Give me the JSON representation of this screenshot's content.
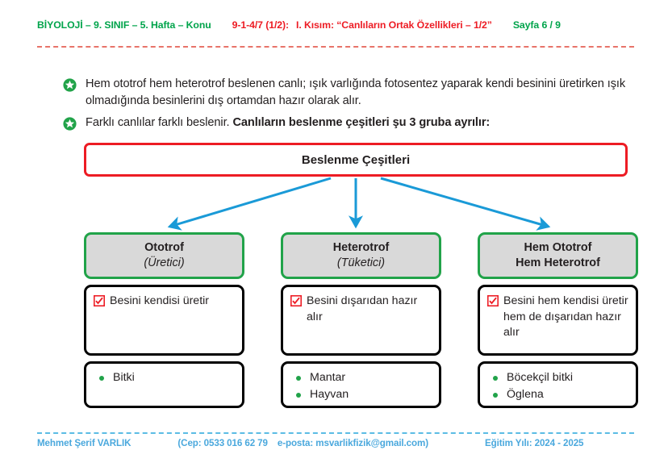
{
  "header": {
    "subject": "BİYOLOJİ – 9. SINIF – 5. Hafta – Konu",
    "code": "9-1-4/7 (1/2):",
    "topic": "I. Kısım: “Canlıların Ortak Özellikleri – 1/2”",
    "page": "Sayfa 6 / 9",
    "green": "#00a44b",
    "red": "#ed1c24",
    "rule_color": "#e8736a"
  },
  "bullets": [
    {
      "icon": "green-star-bullet-icon",
      "text_plain": "Hem ototrof hem heterotrof beslenen canlı; ışık varlığında fotosentez yaparak kendi besinini üretirken ışık olmadığında besinlerini dış ortamdan hazır olarak alır.",
      "normal": "Hem ototrof hem heterotrof beslenen canlı; ışık varlığında fotosentez yaparak kendi besinini üretirken ışık olmadığında besinlerini dış ortamdan hazır olarak alır.",
      "bold": ""
    },
    {
      "icon": "green-star-bullet-icon",
      "text_plain": "Farklı canlılar farklı beslenir. Canlıların beslenme çeşitleri şu 3 gruba ayrılır:",
      "normal": "Farklı canlılar farklı beslenir. ",
      "bold": "Canlıların beslenme çeşitleri şu 3 gruba ayrılır:"
    }
  ],
  "diagram": {
    "root_label": "Beslenme Çeşitleri",
    "root_border_color": "#ed1c24",
    "arrow_color": "#1a9ad7",
    "category_border_color": "#21a349",
    "category_fill_color": "#d9d9d9",
    "columns": [
      {
        "title": "Ototrof",
        "subtitle": "(Üretici)",
        "title_line2": "",
        "description": "Besini kendisi üretir",
        "check_icon": "red-checkbox-icon",
        "examples": [
          "Bitki"
        ]
      },
      {
        "title": "Heterotrof",
        "subtitle": "(Tüketici)",
        "title_line2": "",
        "description": "Besini dışarıdan hazır alır",
        "check_icon": "red-checkbox-icon",
        "examples": [
          "Mantar",
          "Hayvan"
        ]
      },
      {
        "title": "Hem Ototrof",
        "subtitle": "",
        "title_line2": "Hem Heterotrof",
        "description": "Besini hem kendisi üretir hem de dışarıdan hazır alır",
        "check_icon": "red-checkbox-icon",
        "examples": [
          "Böcekçil bitki",
          "Öglena"
        ]
      }
    ]
  },
  "footer": {
    "author": "Mehmet Şerif VARLIK",
    "phone": "(Cep: 0533 016 62 79",
    "email": "e-posta: msvarlikfizik@gmail.com)",
    "year": "Eğitim Yılı: 2024 - 2025",
    "color": "#4aa8dd"
  }
}
